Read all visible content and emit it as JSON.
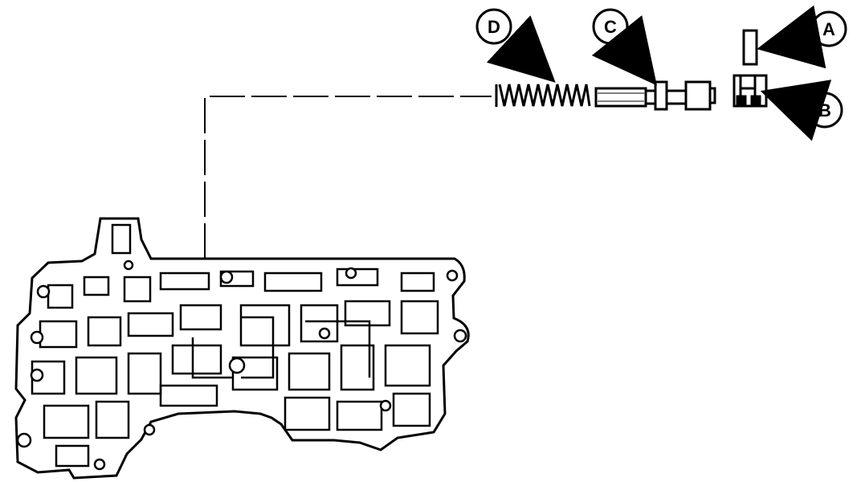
{
  "diagram": {
    "callouts": [
      {
        "id": "A",
        "label": "A"
      },
      {
        "id": "B",
        "label": "B"
      },
      {
        "id": "C",
        "label": "C"
      },
      {
        "id": "D",
        "label": "D"
      }
    ],
    "colors": {
      "ink": "#000000",
      "paper": "#ffffff"
    }
  }
}
